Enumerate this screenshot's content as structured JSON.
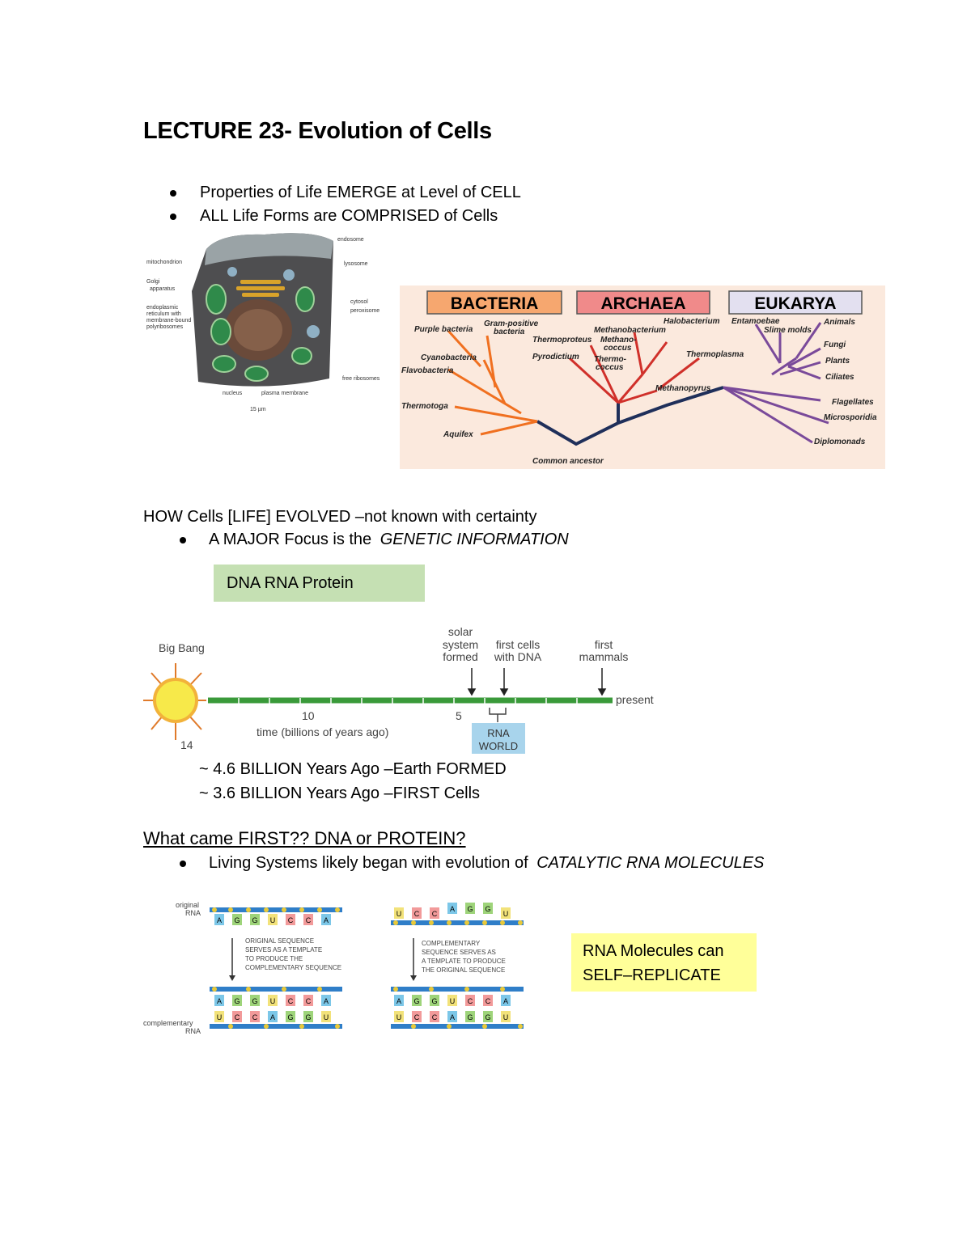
{
  "title": "LECTURE 23- Evolution of Cells",
  "bullets1": [
    "Properties of Life EMERGE at Level of CELL",
    "ALL Life Forms are COMPRISED of Cells"
  ],
  "cell_figure": {
    "labels_left": [
      "mitochondrion",
      "Golgi apparatus",
      "endoplasmic reticulum with membrane-bound polyribosomes"
    ],
    "labels_right": [
      "endosome",
      "lysosome",
      "cytosol",
      "peroxisome",
      "free ribosomes"
    ],
    "labels_bottom": [
      "nucleus",
      "plasma membrane"
    ],
    "scale": "15 µm"
  },
  "tree_figure": {
    "domains": [
      "BACTERIA",
      "ARCHAEA",
      "EUKARYA"
    ],
    "domain_colors": [
      "#f6a76f",
      "#f08a8a",
      "#e3e0f0"
    ],
    "bacteria": [
      "Purple bacteria",
      "Gram-positive bacteria",
      "Cyanobacteria",
      "Flavobacteria",
      "Thermotoga",
      "Aquifex"
    ],
    "archaea": [
      "Halobacterium",
      "Methanobacterium",
      "Methano- coccus",
      "Thermoproteus",
      "Pyrodictium",
      "Thermo- coccus",
      "Thermoplasma",
      "Methanopyrus"
    ],
    "eukarya": [
      "Entamoebae",
      "Slime molds",
      "Animals",
      "Fungi",
      "Plants",
      "Ciliates",
      "Flagellates",
      "Microsporidia",
      "Diplomonads"
    ],
    "root": "Common ancestor"
  },
  "heading2": "HOW Cells [LIFE] EVOLVED –not known with certainty",
  "bullet2_plain": "A MAJOR Focus is the ",
  "bullet2_italic": "GENETIC INFORMATION",
  "green_box": "DNA  RNA  Protein",
  "timeline": {
    "big_bang": "Big Bang",
    "start": "14",
    "tick10": "10",
    "tick5": "5",
    "axis_label": "time (billions of years ago)",
    "solar": "solar system formed",
    "first_cells": "first cells with DNA",
    "first_mammals": "first mammals",
    "present": "present",
    "rna_world": "RNA WORLD"
  },
  "facts": [
    "~ 4.6 BILLION Years Ago –Earth FORMED",
    "~ 3.6 BILLION Years Ago –FIRST Cells"
  ],
  "heading3": "What came FIRST?? DNA or PROTEIN?",
  "bullet3_plain": "Living Systems likely began with evolution of ",
  "bullet3_italic": "CATALYTIC RNA MOLECULES",
  "rna_figure": {
    "original_label": "original RNA",
    "complementary_label": "complementary RNA",
    "note1": "ORIGINAL SEQUENCE SERVES AS A TEMPLATE TO PRODUCE THE COMPLEMENTARY SEQUENCE",
    "note2": "COMPLEMENTARY SEQUENCE SERVES AS A TEMPLATE TO PRODUCE THE ORIGINAL SEQUENCE",
    "seq_original": [
      "A",
      "G",
      "G",
      "U",
      "C",
      "C",
      "A"
    ],
    "seq_complement": [
      "U",
      "C",
      "C",
      "A",
      "G",
      "G",
      "U"
    ]
  },
  "yellow_box_line1": "RNA Molecules can",
  "yellow_box_line2": "SELF–REPLICATE"
}
